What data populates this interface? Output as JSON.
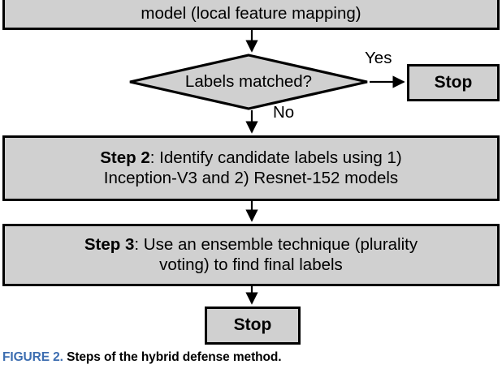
{
  "figure": {
    "caption_label": "FIGURE 2.",
    "caption_title": "Steps of the hybrid defense method.",
    "caption_label_color": "#3c6db0",
    "node_fill_color": "#d0d0d0",
    "node_border_color": "#000000"
  },
  "flowchart": {
    "type": "flowchart",
    "nodes": [
      {
        "id": "top-process",
        "shape": "rectangle",
        "text": "model (local feature mapping)",
        "note": "cropped at top edge of image"
      },
      {
        "id": "decision",
        "shape": "diamond",
        "text": "Labels matched?"
      },
      {
        "id": "stop-right",
        "shape": "terminator",
        "text": "Stop"
      },
      {
        "id": "step2",
        "shape": "rectangle",
        "text_bold": "Step 2",
        "text_rest": ": Identify candidate labels using 1) Inception-V3 and 2) Resnet-152 models",
        "line1_bold": "Step 2",
        "line1_rest": ": Identify candidate labels using 1)",
        "line2": "Inception-V3 and 2) Resnet-152 models"
      },
      {
        "id": "step3",
        "shape": "rectangle",
        "text_bold": "Step 3",
        "text_rest": ": Use an ensemble technique (plurality voting) to find final labels",
        "line1_bold": "Step 3",
        "line1_rest": ": Use an ensemble technique (plurality",
        "line2": "voting) to find final labels"
      },
      {
        "id": "stop-bottom",
        "shape": "terminator",
        "text": "Stop"
      }
    ],
    "edges": [
      {
        "from": "top-process",
        "to": "decision",
        "label": ""
      },
      {
        "from": "decision",
        "to": "stop-right",
        "label": "Yes"
      },
      {
        "from": "decision",
        "to": "step2",
        "label": "No"
      },
      {
        "from": "step2",
        "to": "step3",
        "label": ""
      },
      {
        "from": "step3",
        "to": "stop-bottom",
        "label": ""
      }
    ],
    "labels": {
      "yes": "Yes",
      "no": "No"
    }
  }
}
